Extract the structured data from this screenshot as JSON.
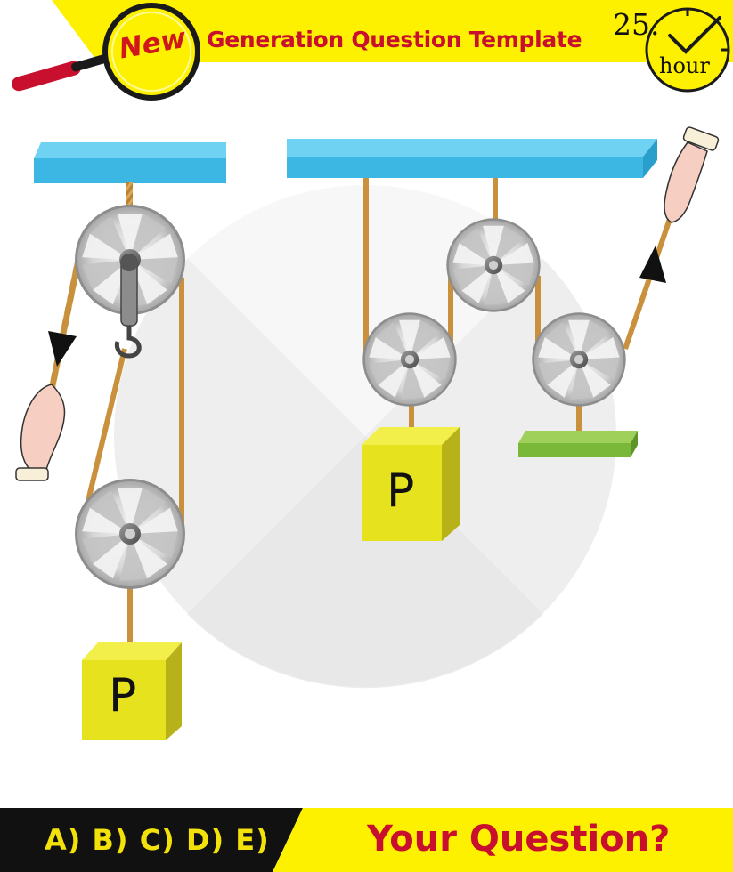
{
  "header": {
    "badge": "New",
    "title": "Generation Question Template",
    "timer_number": "25.",
    "timer_unit": "hour"
  },
  "figure": {
    "left_weight_label": "P",
    "right_weight_label": "P"
  },
  "footer": {
    "options": "A) B) C) D) E)",
    "question": "Your Question?"
  },
  "colors": {
    "banner_yellow": "#fdf100",
    "title_red": "#c8102e",
    "beam_blue": "#5bc6ec",
    "weight_yellow": "#e6e31e",
    "platform_green": "#7ab83a",
    "rope": "#d8a95a",
    "footer_black": "#111111"
  }
}
